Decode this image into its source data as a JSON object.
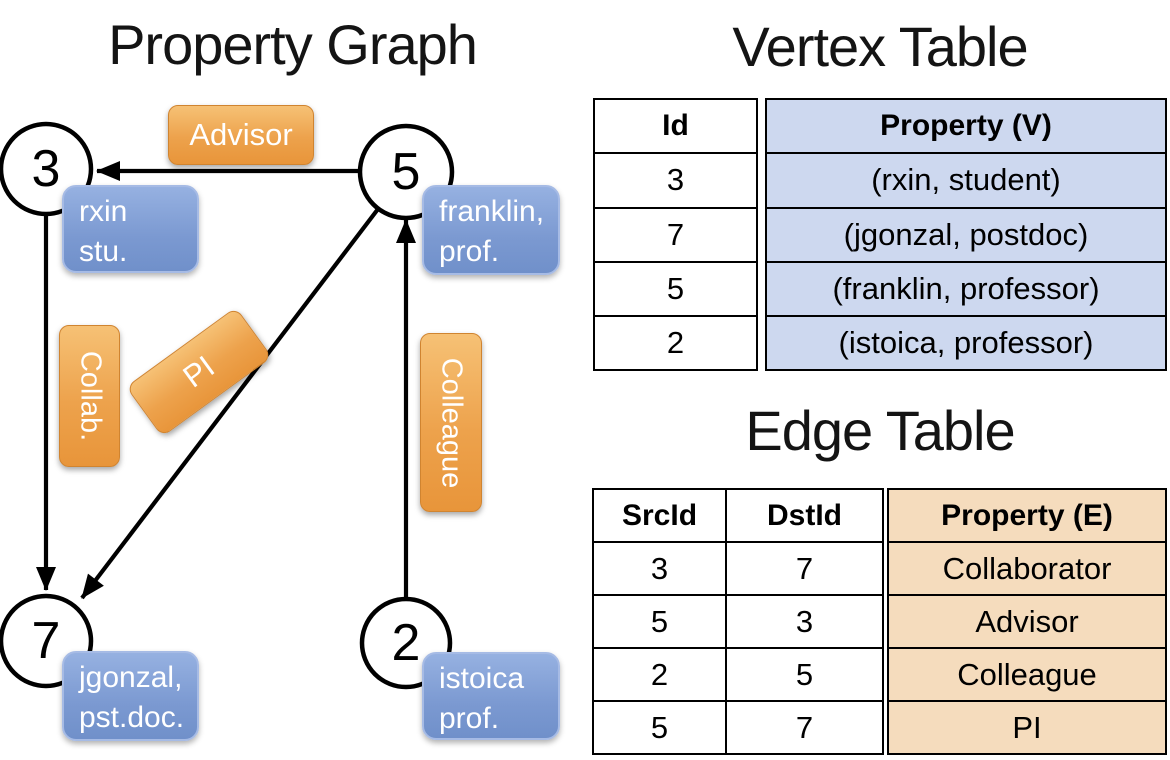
{
  "graph": {
    "title": "Property Graph",
    "nodes": {
      "n3": {
        "id": "3",
        "line1": "rxin",
        "line2": "stu."
      },
      "n5": {
        "id": "5",
        "line1": "franklin,",
        "line2": "prof."
      },
      "n7": {
        "id": "7",
        "line1": "jgonzal,",
        "line2": "pst.doc."
      },
      "n2": {
        "id": "2",
        "line1": "istoica",
        "line2": "prof."
      }
    },
    "edge_labels": {
      "advisor": "Advisor",
      "collab": "Collab.",
      "pi": "PI",
      "colleague": "Colleague"
    },
    "edges": [
      {
        "from": "5",
        "to": "3",
        "label": "Advisor"
      },
      {
        "from": "3",
        "to": "7",
        "label": "Collab."
      },
      {
        "from": "5",
        "to": "7",
        "label": "PI"
      },
      {
        "from": "2",
        "to": "5",
        "label": "Colleague"
      }
    ]
  },
  "vertex_table": {
    "title": "Vertex Table",
    "columns": {
      "id": "Id",
      "property": "Property (V)"
    },
    "rows": [
      [
        "3",
        "(rxin, student)"
      ],
      [
        "7",
        "(jgonzal, postdoc)"
      ],
      [
        "5",
        "(franklin, professor)"
      ],
      [
        "2",
        "(istoica, professor)"
      ]
    ]
  },
  "edge_table": {
    "title": "Edge Table",
    "columns": {
      "src": "SrcId",
      "dst": "DstId",
      "property": "Property (E)"
    },
    "rows": [
      [
        "3",
        "7",
        "Collaborator"
      ],
      [
        "5",
        "3",
        "Advisor"
      ],
      [
        "2",
        "5",
        "Colleague"
      ],
      [
        "5",
        "7",
        "PI"
      ]
    ]
  },
  "colors": {
    "edge_label_fill_top": "#f6c175",
    "edge_label_fill_bottom": "#e8953a",
    "vertex_label_fill_top": "#96b1e1",
    "vertex_label_fill_bottom": "#7090ca",
    "vertex_table_cell_fill": "#cdd8ef",
    "edge_table_cell_fill": "#f5dcbd",
    "line_color": "#000000"
  }
}
